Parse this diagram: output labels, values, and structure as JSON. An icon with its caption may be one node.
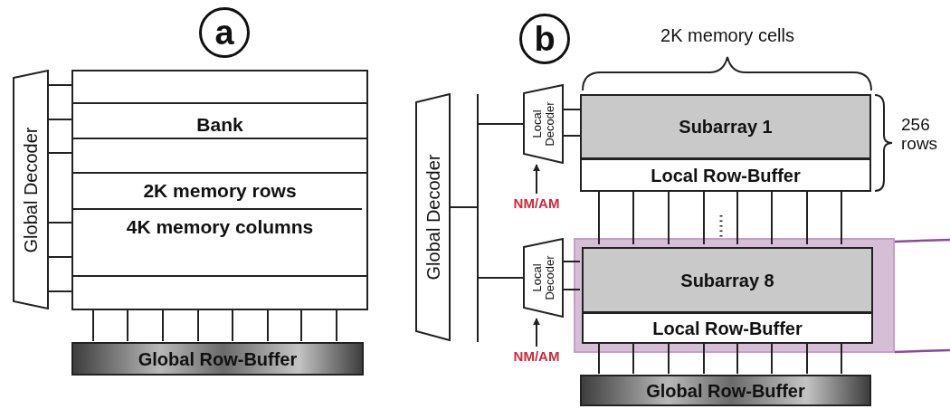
{
  "diagram": {
    "nodes": [
      {
        "text": [
          "a"
        ]
      },
      {
        "text": [
          "Global Decoder"
        ]
      },
      {
        "text": [
          "Bank",
          "2K memory rows",
          "4K memory columns"
        ]
      },
      {
        "text": [
          "Global Row-Buffer"
        ]
      },
      {
        "text": [
          "b"
        ]
      },
      {
        "text": [
          "Global Decoder"
        ]
      },
      {
        "text": [
          "Local Decoder"
        ]
      },
      {
        "text": [
          "Subarray 1"
        ]
      },
      {
        "text": [
          "Local Row-Buffer"
        ]
      },
      {
        "text": [
          "NM/AM"
        ]
      },
      {
        "text": [],
        "shape": "box"
      },
      {
        "text": [
          "Subarray 8"
        ],
        "in": 10
      },
      {
        "text": [
          "Local Row-Buffer"
        ],
        "in": 10
      },
      {
        "text": [
          "Local Decoder"
        ]
      },
      {
        "text": [
          "NM/AM"
        ]
      },
      {
        "text": [
          "Global Row-Buffer"
        ]
      }
    ],
    "edges": [
      {
        "from": 1,
        "to": 2,
        "arrow": "none"
      },
      {
        "from": 1,
        "to": 2,
        "arrow": "none"
      },
      {
        "from": 1,
        "to": 2,
        "arrow": "none"
      },
      {
        "from": 1,
        "to": 2,
        "arrow": "none"
      },
      {
        "from": 1,
        "to": 2,
        "arrow": "none"
      },
      {
        "from": 1,
        "to": 2,
        "arrow": "none"
      },
      {
        "from": 2,
        "to": 3,
        "arrow": "none"
      },
      {
        "from": 2,
        "to": 3,
        "arrow": "none"
      },
      {
        "from": 2,
        "to": 3,
        "arrow": "none"
      },
      {
        "from": 2,
        "to": 3,
        "arrow": "none"
      },
      {
        "from": 2,
        "to": 3,
        "arrow": "none"
      },
      {
        "from": 2,
        "to": 3,
        "arrow": "none"
      },
      {
        "from": 2,
        "to": 3,
        "arrow": "none"
      },
      {
        "from": 2,
        "to": 3,
        "arrow": "none"
      },
      {
        "from": 5,
        "to": 6,
        "arrow": "none"
      },
      {
        "from": 5,
        "to": 13,
        "arrow": "none"
      },
      {
        "from": 9,
        "to": 6,
        "arrow": "to"
      },
      {
        "from": 6,
        "to": 7,
        "arrow": "none"
      },
      {
        "from": 6,
        "to": 7,
        "arrow": "none"
      },
      {
        "from": 8,
        "to": 11,
        "arrow": "none"
      },
      {
        "from": 8,
        "to": 11,
        "arrow": "none"
      },
      {
        "from": 8,
        "to": 11,
        "arrow": "none"
      },
      {
        "from": 8,
        "to": 11,
        "arrow": "none"
      },
      {
        "from": 8,
        "to": 11,
        "arrow": "none"
      },
      {
        "from": 8,
        "to": 11,
        "arrow": "none"
      },
      {
        "from": 8,
        "to": 11,
        "arrow": "none"
      },
      {
        "from": 8,
        "to": 11,
        "arrow": "none"
      },
      {
        "from": 13,
        "to": 11,
        "arrow": "none"
      },
      {
        "from": 13,
        "to": 11,
        "arrow": "none"
      },
      {
        "from": 14,
        "to": 13,
        "arrow": "to"
      },
      {
        "from": 12,
        "to": 15,
        "arrow": "none"
      },
      {
        "from": 12,
        "to": 15,
        "arrow": "none"
      },
      {
        "from": 12,
        "to": 15,
        "arrow": "none"
      },
      {
        "from": 12,
        "to": 15,
        "arrow": "none"
      },
      {
        "from": 12,
        "to": 15,
        "arrow": "none"
      },
      {
        "from": 12,
        "to": 15,
        "arrow": "none"
      },
      {
        "from": 12,
        "to": 15,
        "arrow": "none"
      },
      {
        "from": 12,
        "to": 15,
        "arrow": "none"
      }
    ],
    "labels": [
      "2K memory cells",
      "256 rows"
    ]
  }
}
